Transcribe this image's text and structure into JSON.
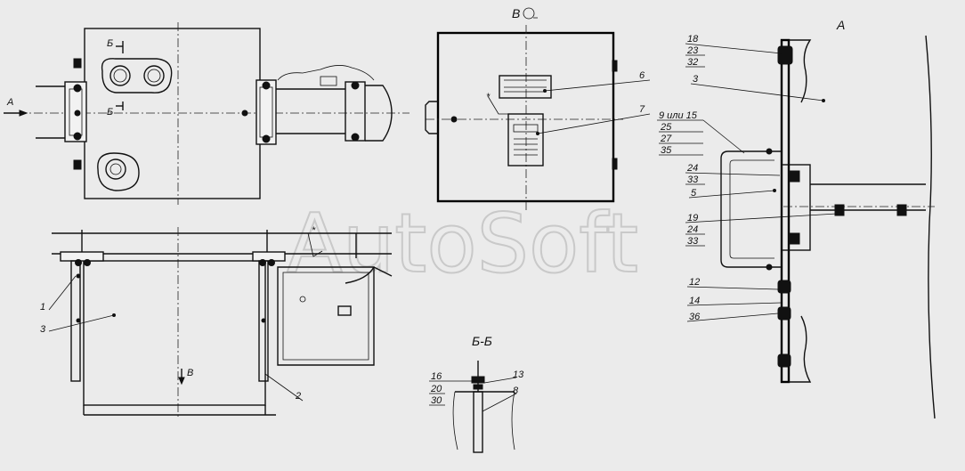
{
  "watermark": "AutoSoft",
  "view_labels": {
    "view_a_arrow": "A",
    "view_a_title": "А",
    "view_v_title": "В",
    "view_v_arrow": "В",
    "section_bb_title": "Б-Б",
    "section_mark_top": "Б",
    "section_mark_bottom": "Б"
  },
  "callouts_view_v": [
    "6",
    "7"
  ],
  "callouts_side_view": [
    "1",
    "3",
    "2"
  ],
  "callouts_section": [
    "16",
    "20",
    "30",
    "13",
    "8"
  ],
  "callouts_view_a": {
    "group1": [
      "18",
      "23",
      "32"
    ],
    "item3": "3",
    "group2": [
      "9 или 15",
      "25",
      "27",
      "35"
    ],
    "group3": [
      "24",
      "33"
    ],
    "item5": "5",
    "group4": [
      "19",
      "24",
      "33"
    ],
    "item12": "12",
    "item14": "14",
    "item36": "36"
  }
}
